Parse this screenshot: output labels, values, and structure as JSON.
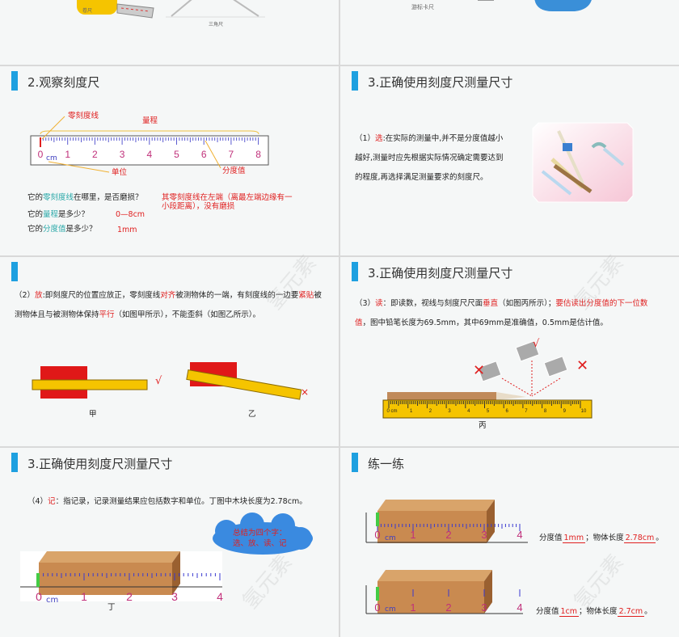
{
  "slide0a": {
    "tape_label": "卷尺",
    "triangle_label": "三角尺"
  },
  "slide0b": {
    "caliper_label": "游标卡尺"
  },
  "slide1": {
    "title": "2.观察刻度尺",
    "zero_label": "零刻度线",
    "range_label": "量程",
    "unit_label": "单位",
    "division_label": "分度值",
    "ruler_numbers": [
      "0",
      "1",
      "2",
      "3",
      "4",
      "5",
      "6",
      "7",
      "8"
    ],
    "unit": "cm",
    "q1_pre": "它的",
    "q1_key": "零刻度线",
    "q1_post": "在哪里，是否磨损？",
    "a1": "其零刻度线在左端（离最左端边缘有一小段距离），没有磨损",
    "q2_pre": "它的",
    "q2_key": "量程",
    "q2_post": "是多少？",
    "a2": "0—8cm",
    "q3_pre": "它的",
    "q3_key": "分度值",
    "q3_post": "是多少？",
    "a3": "1mm"
  },
  "slide2": {
    "title": "3.正确使用刻度尺测量尺寸",
    "num": "（1）",
    "key": "选",
    "text": ":在实际的测量中,并不是分度值越小越好,测量时应先根据实际情况确定需要达到的程度,再选择满足测量要求的刻度尺。"
  },
  "slide3": {
    "num": "（2）",
    "key": "放",
    "t1": ":即刻度尺的位置应放正，零刻度线",
    "k2": "对齐",
    "t2": "被测物体的一端，有刻度线的一边要",
    "k3": "紧贴",
    "t3": "被测物体且与被测物体保持",
    "k4": "平行",
    "t4": "（如图甲所示），不能歪斜（如图乙所示）。",
    "label_a": "甲",
    "label_b": "乙",
    "check": "√",
    "cross": "×"
  },
  "slide4": {
    "title": "3.正确使用刻度尺测量尺寸",
    "num": "（3）",
    "key": "读",
    "t1": "：即读数，视线与刻度尺尺面",
    "k2": "垂直",
    "t2": "（如图丙所示）；",
    "k3": "要估读出分度值的下一位数值",
    "t3": "，图中铅笔长度为69.5mm，其中69mm是准确值，0.5mm是估计值。",
    "label": "丙",
    "ruler_numbers": [
      "0 cm",
      "1",
      "2",
      "3",
      "4",
      "5",
      "6",
      "7",
      "8",
      "9",
      "10"
    ],
    "check": "√",
    "cross": "✕"
  },
  "slide5": {
    "title": "3.正确使用刻度尺测量尺寸",
    "num": "（4）",
    "key": "记",
    "text": "：指记录，记录测量结果应包括数字和单位。丁图中木块长度为2.78cm。",
    "cloud_line1": "总结为四个字：",
    "cloud_line2": "选、放、读、记",
    "label": "丁",
    "ruler_numbers": [
      "0",
      "1",
      "2",
      "3",
      "4"
    ],
    "unit": "cm"
  },
  "slide6": {
    "title": "练一练",
    "ruler_numbers": [
      "0",
      "1",
      "2",
      "3",
      "4"
    ],
    "unit": "cm",
    "q1_a": "分度值",
    "q1_v1": "1mm",
    "q1_b": "；物体长度",
    "q1_v2": "2.78cm",
    "q1_end": "。",
    "q2_a": "分度值",
    "q2_v1": "1cm",
    "q2_b": "；物体长度",
    "q2_v2": "2.7cm",
    "q2_end": "。"
  },
  "watermark": "氢元素",
  "colors": {
    "accent": "#1ea0e0",
    "red": "#e02020",
    "teal": "#2aa8a8",
    "ruler_yellow": "#f5c400",
    "tick_blue": "#3a3ad0",
    "number_magenta": "#c0307a"
  }
}
